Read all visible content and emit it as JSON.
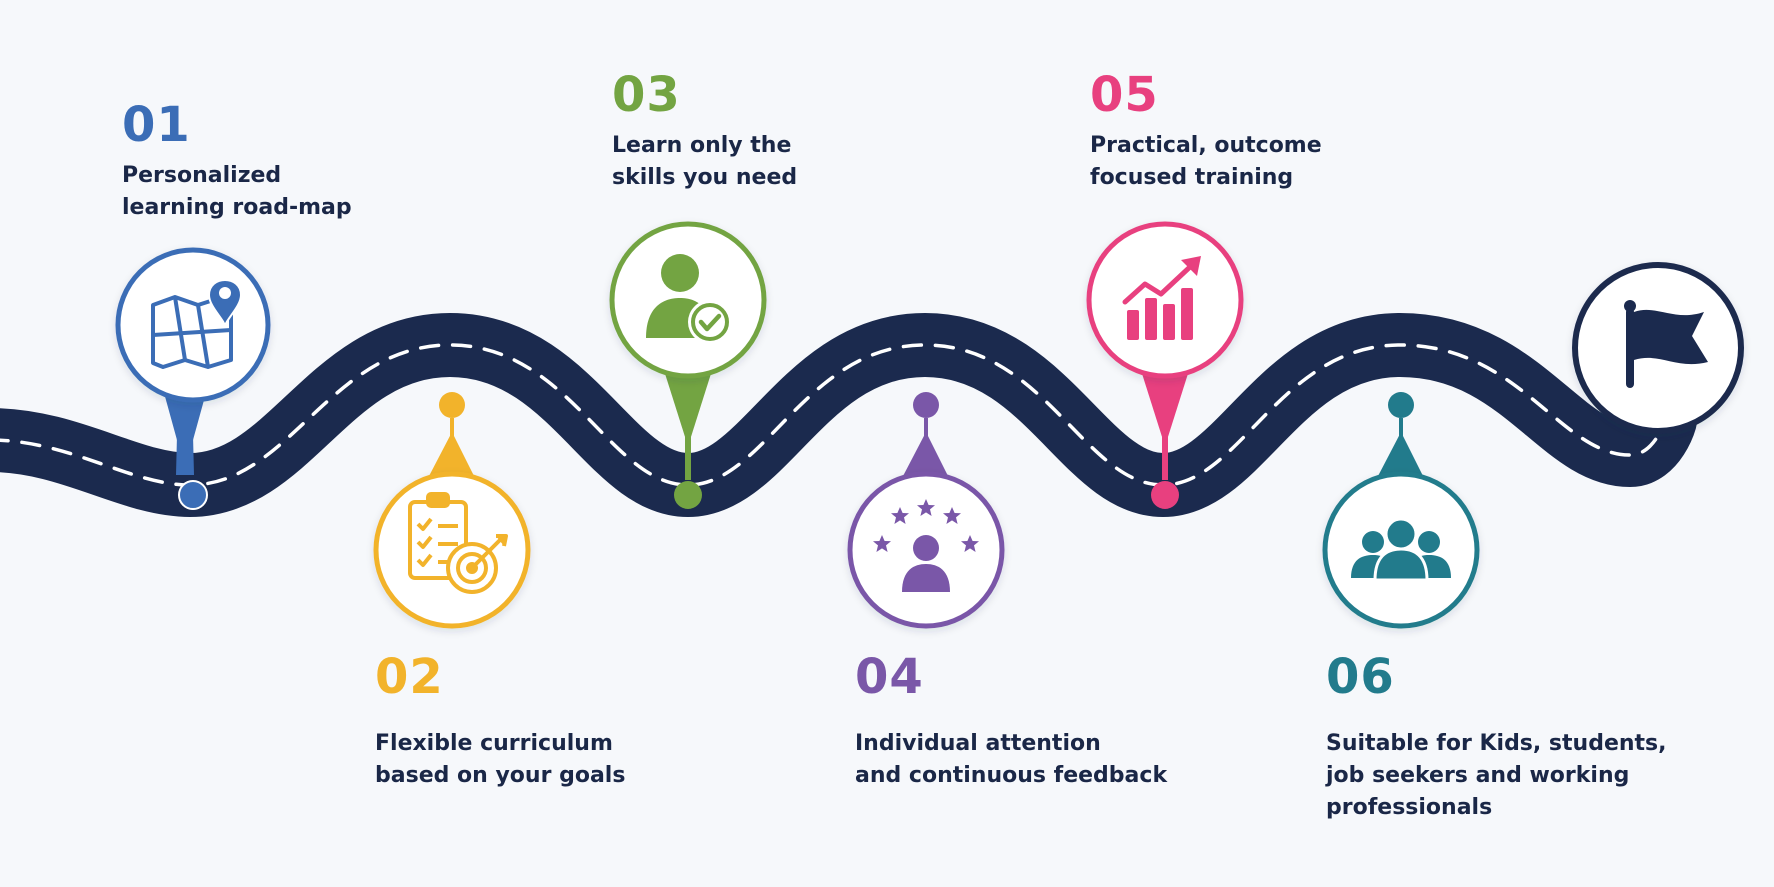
{
  "colors": {
    "road": "#1b2a4e",
    "road_dash": "#ffffff",
    "background": "#f6f8fb",
    "text": "#1a2747"
  },
  "steps": [
    {
      "number": "01",
      "lines": [
        "Personalized",
        "learning road-map"
      ],
      "color": "#3b6db6",
      "icon": "map-pin-icon"
    },
    {
      "number": "02",
      "lines": [
        "Flexible curriculum",
        "based on your goals"
      ],
      "color": "#f2b32b",
      "icon": "checklist-target-icon"
    },
    {
      "number": "03",
      "lines": [
        "Learn only the",
        "skills you need"
      ],
      "color": "#73a442",
      "icon": "user-check-icon"
    },
    {
      "number": "04",
      "lines": [
        "Individual attention",
        "and continuous feedback"
      ],
      "color": "#7a57a8",
      "icon": "user-stars-icon"
    },
    {
      "number": "05",
      "lines": [
        "Practical, outcome",
        "focused training"
      ],
      "color": "#e8407f",
      "icon": "growth-chart-icon"
    },
    {
      "number": "06",
      "lines": [
        "Suitable for Kids, students,",
        "job seekers and working",
        "professionals"
      ],
      "color": "#227b8c",
      "icon": "group-icon"
    }
  ],
  "finish": {
    "icon": "flag-icon",
    "color": "#1b2a4e"
  }
}
